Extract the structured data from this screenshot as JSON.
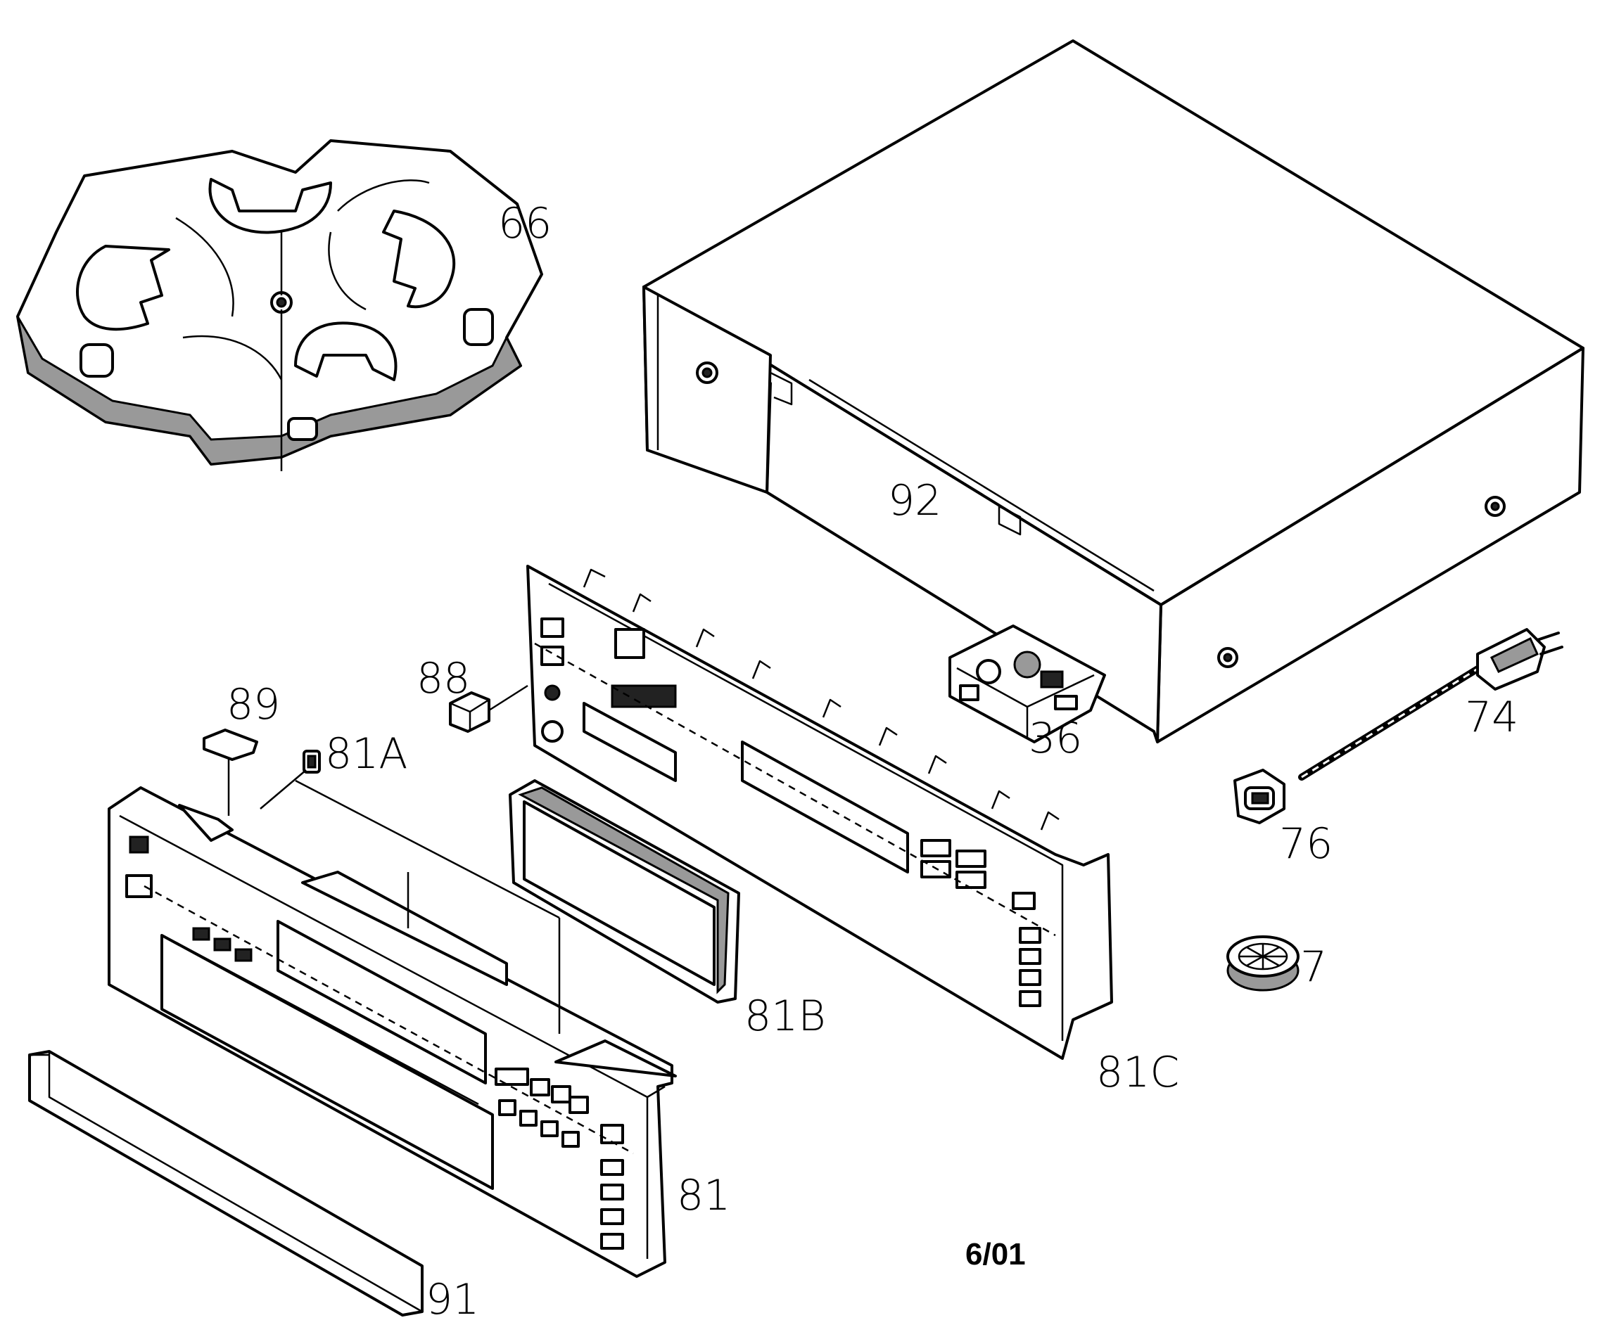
{
  "diagram": {
    "date_code": "6/01",
    "callouts": {
      "p66": "66",
      "p92": "92",
      "p88": "88",
      "p89": "89",
      "p81A": "81A",
      "p36": "36",
      "p74": "74",
      "p76": "76",
      "p7": "7",
      "p81B": "81B",
      "p81C": "81C",
      "p81": "81",
      "p91": "91"
    }
  }
}
